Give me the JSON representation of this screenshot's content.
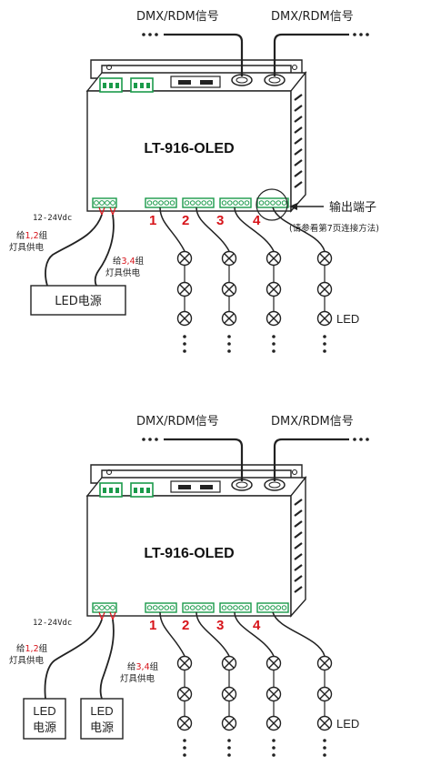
{
  "diagrams": [
    {
      "dmx_in": "DMX/RDM信号",
      "dmx_out": "DMX/RDM信号",
      "model": "LT-916-OLED",
      "voltage": "12-24Vdc",
      "ports": [
        "1",
        "2",
        "3",
        "4"
      ],
      "supply_note_a": {
        "pre": "给",
        "groups": "1,2",
        "post": "组",
        "line2": "灯具供电"
      },
      "supply_note_b": {
        "pre": "给",
        "groups": "3,4",
        "post": "组",
        "line2": "灯具供电"
      },
      "output_label": "输出端子",
      "output_note": "(请参看第7页连接方法)",
      "psu_label": "LED电源",
      "led_label": "LED"
    },
    {
      "dmx_in": "DMX/RDM信号",
      "dmx_out": "DMX/RDM信号",
      "model": "LT-916-OLED",
      "voltage": "12-24Vdc",
      "ports": [
        "1",
        "2",
        "3",
        "4"
      ],
      "supply_note_a": {
        "pre": "给",
        "groups": "1,2",
        "post": "组",
        "line2": "灯具供电"
      },
      "supply_note_b": {
        "pre": "给",
        "groups": "3,4",
        "post": "组",
        "line2": "灯具供电"
      },
      "psu1_line1": "LED",
      "psu1_line2": "电源",
      "psu2_line1": "LED",
      "psu2_line2": "电源",
      "led_label": "LED"
    }
  ]
}
